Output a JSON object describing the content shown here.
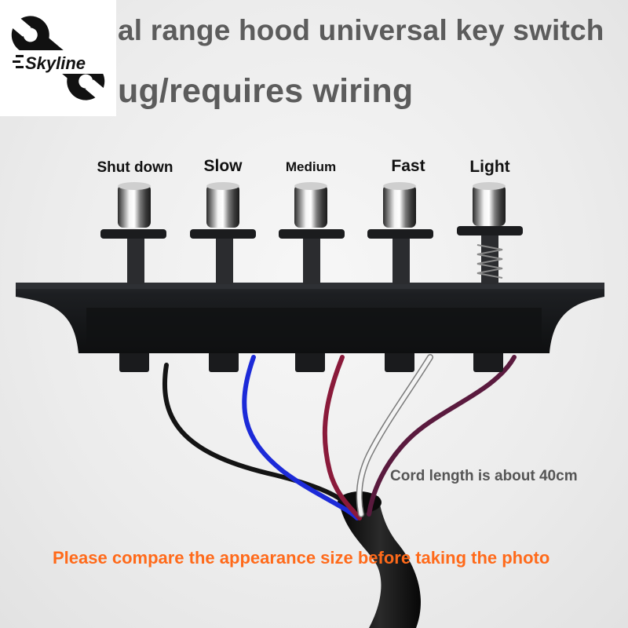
{
  "brand": {
    "logo_text": "Skyline",
    "icon": "wrench-icon"
  },
  "headline": {
    "line1": "al range hood universal key switch",
    "line2": "ug/requires wiring"
  },
  "buttons": [
    {
      "label": "Shut down"
    },
    {
      "label": "Slow"
    },
    {
      "label": "Medium"
    },
    {
      "label": "Fast"
    },
    {
      "label": "Light"
    }
  ],
  "notes": {
    "cord_length": "Cord length is about 40cm",
    "compare": "Please compare the appearance size before taking the photo"
  },
  "wires": [
    {
      "color": "#141414"
    },
    {
      "color": "#1c2ad8"
    },
    {
      "color": "#8a1a3a"
    },
    {
      "color": "#f4f4f4"
    },
    {
      "color": "#5a1a3e"
    }
  ],
  "colors": {
    "headline": "#5c5c5c",
    "warning": "#ff6a1a",
    "panel": "#151618"
  }
}
